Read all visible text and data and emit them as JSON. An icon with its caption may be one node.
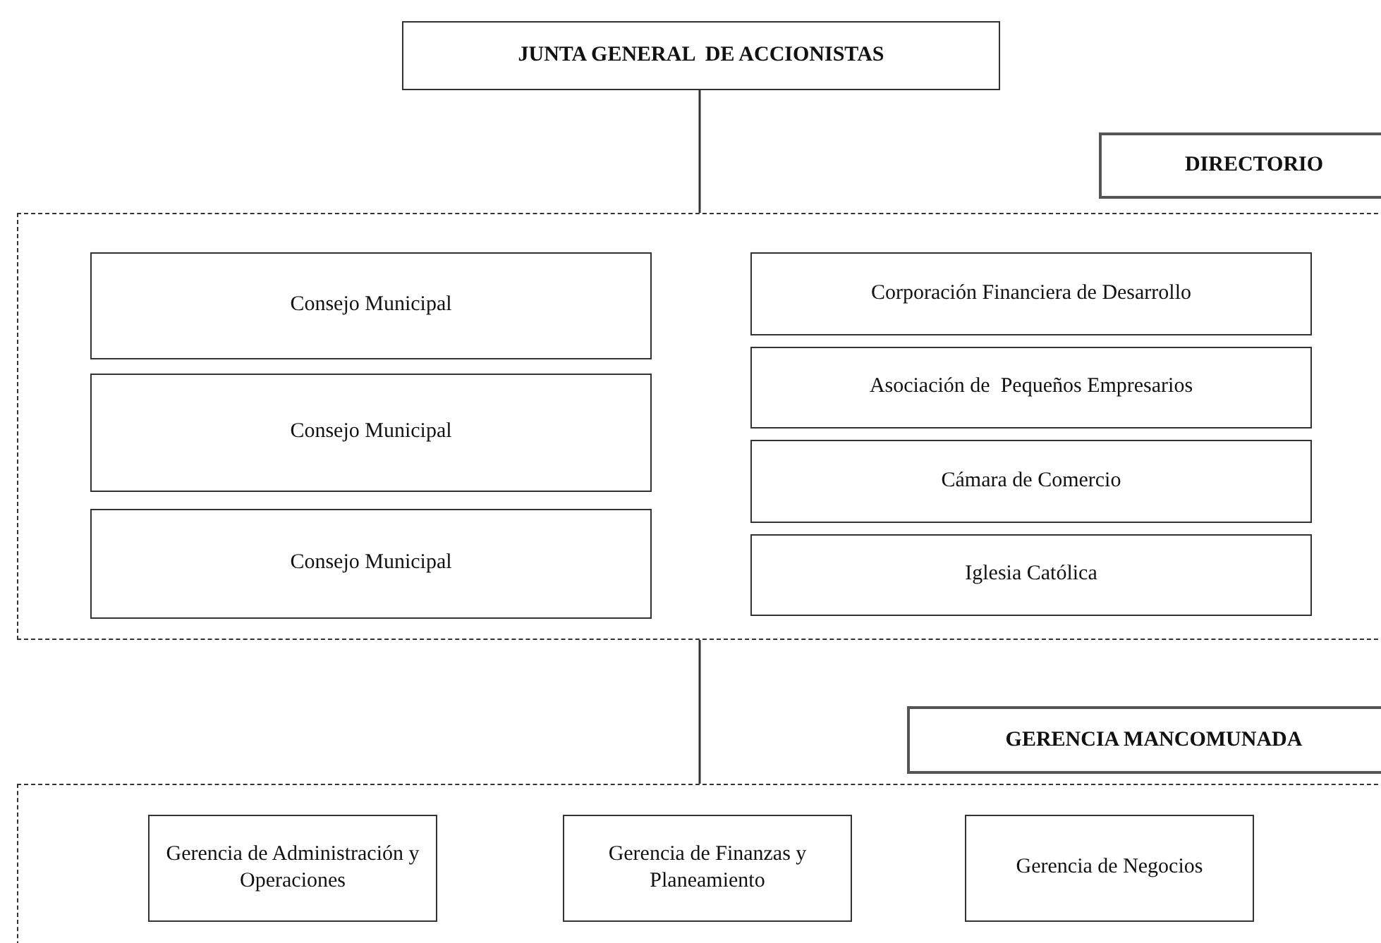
{
  "diagram": {
    "nodes": [
      {
        "text": [
          "JUNTA GENERAL  DE ACCIONISTAS"
        ]
      },
      {
        "text": [
          "DIRECTORIO"
        ]
      },
      {
        "text": [
          "Consejo Municipal"
        ],
        "in": 1
      },
      {
        "text": [
          "Consejo Municipal"
        ],
        "in": 1
      },
      {
        "text": [
          "Consejo Municipal"
        ],
        "in": 1
      },
      {
        "text": [
          "Corporación Financiera de Desarrollo"
        ],
        "in": 1
      },
      {
        "text": [
          "Asociación de  Pequeños Empresarios"
        ],
        "in": 1
      },
      {
        "text": [
          "Cámara de Comercio"
        ],
        "in": 1
      },
      {
        "text": [
          "Iglesia Católica"
        ],
        "in": 1
      },
      {
        "text": [
          "GERENCIA MANCOMUNADA"
        ]
      },
      {
        "text": [
          "Gerencia de Administración y Operaciones"
        ],
        "in": 9
      },
      {
        "text": [
          "Gerencia de Finanzas y Planeamiento"
        ],
        "in": 9
      },
      {
        "text": [
          "Gerencia de Negocios"
        ],
        "in": 9
      }
    ],
    "edges": [
      {
        "from": 0,
        "to": 1,
        "arrow": "none"
      },
      {
        "from": 1,
        "to": 9,
        "arrow": "none"
      }
    ]
  }
}
